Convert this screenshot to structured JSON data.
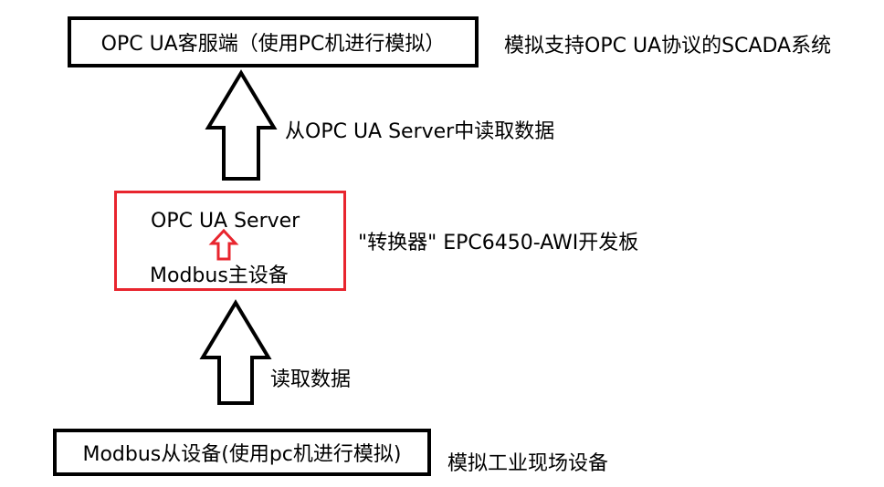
{
  "client_box": {
    "label": "OPC UA客服端（使用PC机进行模拟）"
  },
  "client_note": "模拟支持OPC UA协议的SCADA系统",
  "upper_arrow_label": "从OPC UA Server中读取数据",
  "converter_box": {
    "server_label": "OPC UA Server",
    "master_label": "Modbus主设备"
  },
  "converter_note": "\"转换器\" EPC6450-AWI开发板",
  "lower_arrow_label": "读取数据",
  "slave_box": {
    "label": "Modbus从设备(使用pc机进行模拟)"
  },
  "slave_note": "模拟工业现场设备",
  "colors": {
    "outline": "#000000",
    "highlight": "#e8252e"
  }
}
